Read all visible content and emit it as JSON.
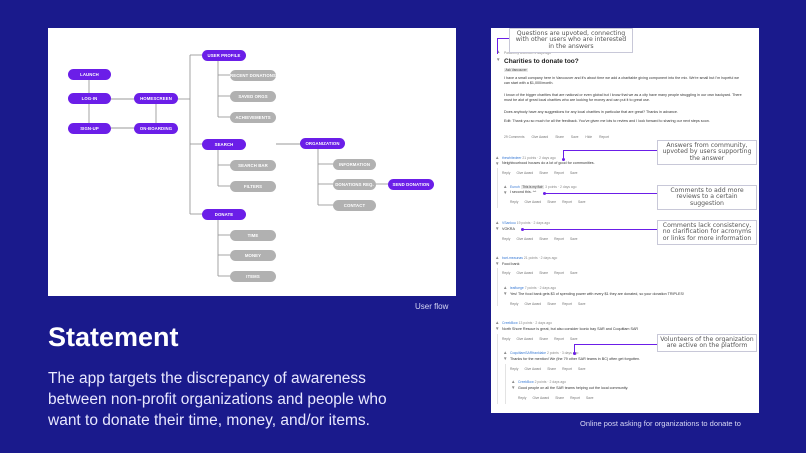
{
  "flow": {
    "nodes": {
      "launch": "LAUNCH",
      "login": "LOG-IN",
      "signup": "SIGN-UP",
      "homescreen": "HOMESCREEN",
      "onboarding": "ON-BOARDING",
      "user_profile": "USER PROFILE",
      "recent_donations": "RECENT DONATIONS",
      "saved_orgs": "SAVED ORGS",
      "achievements": "ACHIEVEMENTS",
      "search": "SEARCH",
      "search_bar": "SEARCH BAR",
      "filters": "FILTERS",
      "organization": "ORGANIZATION",
      "information": "INFORMATION",
      "donations_req": "DONATIONS REQ.",
      "send_donation": "SEND DONATION",
      "contact": "CONTACT",
      "donate": "DONATE",
      "time": "TIME",
      "money": "MONEY",
      "items": "ITEMS"
    },
    "caption": "User flow"
  },
  "statement": {
    "title": "Statement",
    "body": "The app targets the discrepancy of awareness between non-profit organizations and people who want to donate their time, money, and/or items."
  },
  "post": {
    "posted_by": "Posted by u/••••••••• 2 days ago",
    "title": "Charities to donate too?",
    "flair": "Ask Vancouver",
    "paragraphs": [
      "I have a small company here in Vancouver and it's about time we add a charitable giving component into the mix. We're small but I'm hopeful we can start with a $1,000/month.",
      "I know of the bigger charities that are national or even global but I know that we as a city have many people struggling in our own backyard. There must be alot of great local charities who are looking for money and can put it to great use.",
      "Does anybody have any suggestions for any local charities in particular that are great? Thanks in advance.",
      "Edit: Thank you so much for all the feedback. You've given me lots to review and I look forward to sharing our next steps soon."
    ],
    "actions": [
      "29 Comments",
      "Give Award",
      "Share",
      "Save",
      "Hide",
      "Report"
    ],
    "caption": "Online post asking for organizations to donate to"
  },
  "comments": [
    {
      "user": "thewhitedeer",
      "meta": "21 points · 2 days ago",
      "text": "Neighbourhood houses do a lot of good for communities."
    },
    {
      "user": "Eunoh",
      "flair": "This is my flair",
      "meta": "3 points · 2 days ago",
      "text": "I second this. ^^"
    },
    {
      "user": "VSankou",
      "meta": "19 points · 2 days ago",
      "text": "VOKRA"
    },
    {
      "user": "bart-meaunas",
      "meta": "21 points · 2 days ago",
      "text": "Food bank"
    },
    {
      "user": "leafluege",
      "meta": "7 points · 2 days ago",
      "text": "Yes! The food bank gets $3 of spending power with every $1 they are donated, so your donation TRIPLES!"
    },
    {
      "user": "CreekBow",
      "meta": "13 points · 2 days ago",
      "text": "North Shore Rescue is great, but also consider Iconic bay SAR and Coquitlam SAR"
    },
    {
      "user": "CoquitlamSARfranklake",
      "meta": "2 points · 3 days ago",
      "text": "Thanks for the mention! We (the 79 other SAR teams in BC) often get forgotten."
    },
    {
      "user": "CreekBow",
      "meta": "2 points · 2 days ago",
      "text": "Good people on all the SAR teams helping out the local community."
    }
  ],
  "comment_actions": [
    "Reply",
    "Give Award",
    "Share",
    "Report",
    "Save"
  ],
  "annotations": {
    "a1": "Questions are upvoted, connecting with other users who are interested in the answers",
    "a2": "Answers from community, upvoted by users supporting the answer",
    "a3": "Comments to add more reviews to a certain suggestion",
    "a4": "Comments lack consistency, no clarification for acronyms or links for more information",
    "a5": "Volunteers of the organization are active on the platform"
  },
  "colors": {
    "background": "#1a1a8c",
    "purple_node": "#6b1ee8",
    "gray_node": "#b1b1b1"
  }
}
